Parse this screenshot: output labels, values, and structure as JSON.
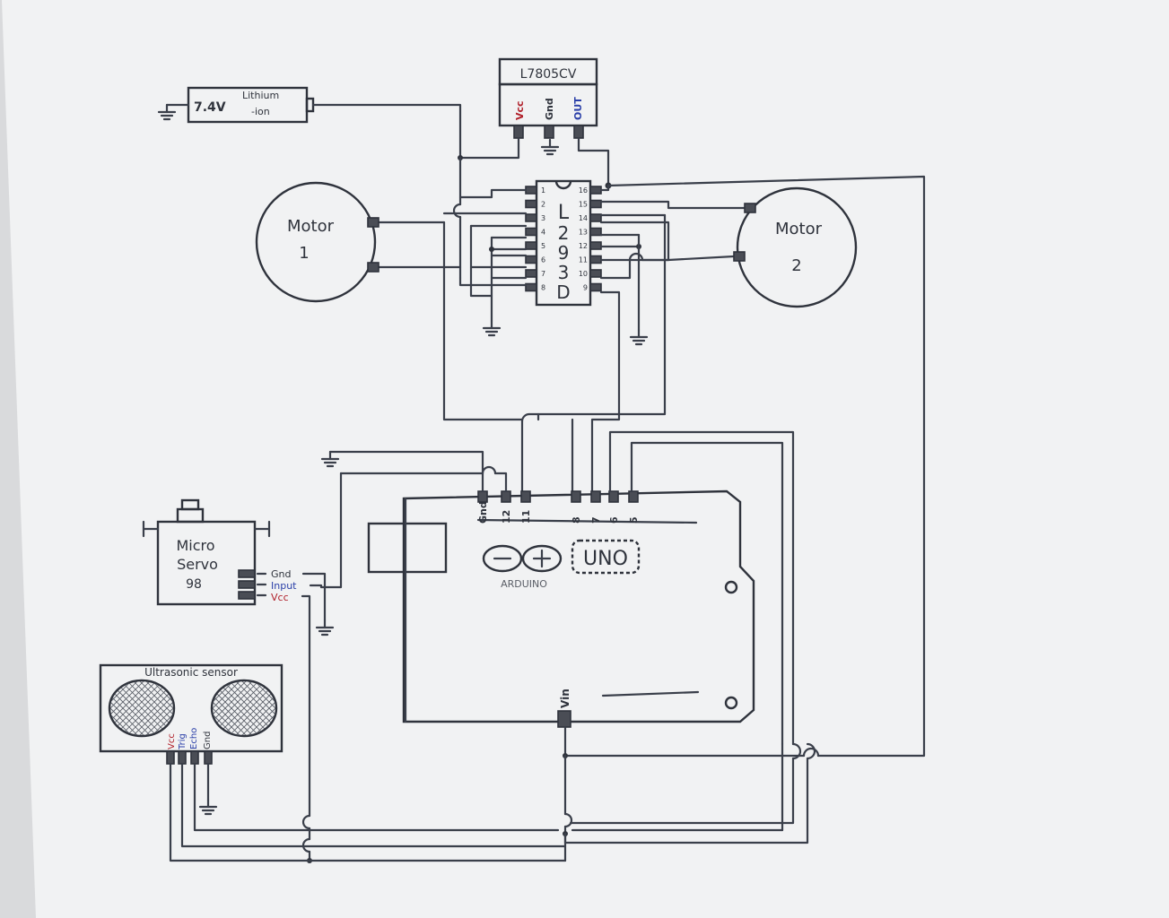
{
  "regulator": {
    "name": "L7805CV",
    "pins": [
      "Vcc",
      "Gnd",
      "OUT"
    ],
    "pin_colors": [
      "#b0202a",
      "#2f333c",
      "#2a3fa8"
    ]
  },
  "battery": {
    "line1": "7.4V",
    "line2": "Lithium",
    "line3": "-ion"
  },
  "driver": {
    "letters": [
      "L",
      "2",
      "9",
      "3",
      "D"
    ],
    "pins_left": [
      "1",
      "2",
      "3",
      "4",
      "5",
      "6",
      "7",
      "8"
    ],
    "pins_right": [
      "16",
      "15",
      "14",
      "13",
      "12",
      "11",
      "10",
      "9"
    ]
  },
  "motor1": {
    "label": "Motor",
    "number": "1"
  },
  "motor2": {
    "label": "Motor",
    "number": "2"
  },
  "arduino": {
    "brand": "ARDUINO",
    "model": "UNO",
    "pins": [
      "Gnd",
      "12",
      "11",
      "8",
      "7",
      "6",
      "5"
    ],
    "vin_label": "Vin"
  },
  "servo": {
    "line1": "Micro",
    "line2": "Servo",
    "line3": "98",
    "pins": [
      "Gnd",
      "Input",
      "Vcc"
    ],
    "pin_colors": [
      "#2f333c",
      "#2a3fa8",
      "#b0202a"
    ]
  },
  "ultrasonic": {
    "title": "Ultrasonic sensor",
    "pins": [
      "Vcc",
      "Trig",
      "Echo",
      "Gnd"
    ],
    "pin_colors": [
      "#b0202a",
      "#2a3fa8",
      "#2a3fa8",
      "#2f333c"
    ]
  }
}
